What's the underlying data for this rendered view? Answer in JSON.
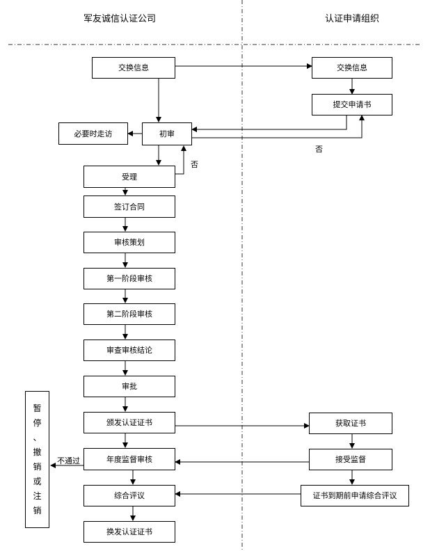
{
  "headers": {
    "left": "军友诚信认证公司",
    "right": "认证申请组织"
  },
  "boxes": {
    "exchange_left": "交换信息",
    "exchange_right": "交换信息",
    "submit_application": "提交申请书",
    "visit_if_needed": "必要时走访",
    "preliminary_review": "初审",
    "acceptance": "受理",
    "sign_contract": "签订合同",
    "audit_planning": "审核策划",
    "stage1_audit": "第一阶段审核",
    "stage2_audit": "第二阶段审核",
    "review_conclusion": "审查审核结论",
    "approval": "审批",
    "issue_certificate": "颁发认证证书",
    "annual_surveillance": "年度监督审核",
    "comprehensive_review": "综合评议",
    "reissue_certificate": "换发认证证书",
    "obtain_certificate": "获取证书",
    "accept_supervision": "接受监督",
    "apply_review_on_expiry": "证书到期前申请综合评议"
  },
  "side_box": {
    "chars": [
      "暂",
      "停",
      "、",
      "撤",
      "销",
      "或",
      "注",
      "销"
    ]
  },
  "labels": {
    "no_right": "否",
    "no_left": "否",
    "fail": "不通过"
  }
}
